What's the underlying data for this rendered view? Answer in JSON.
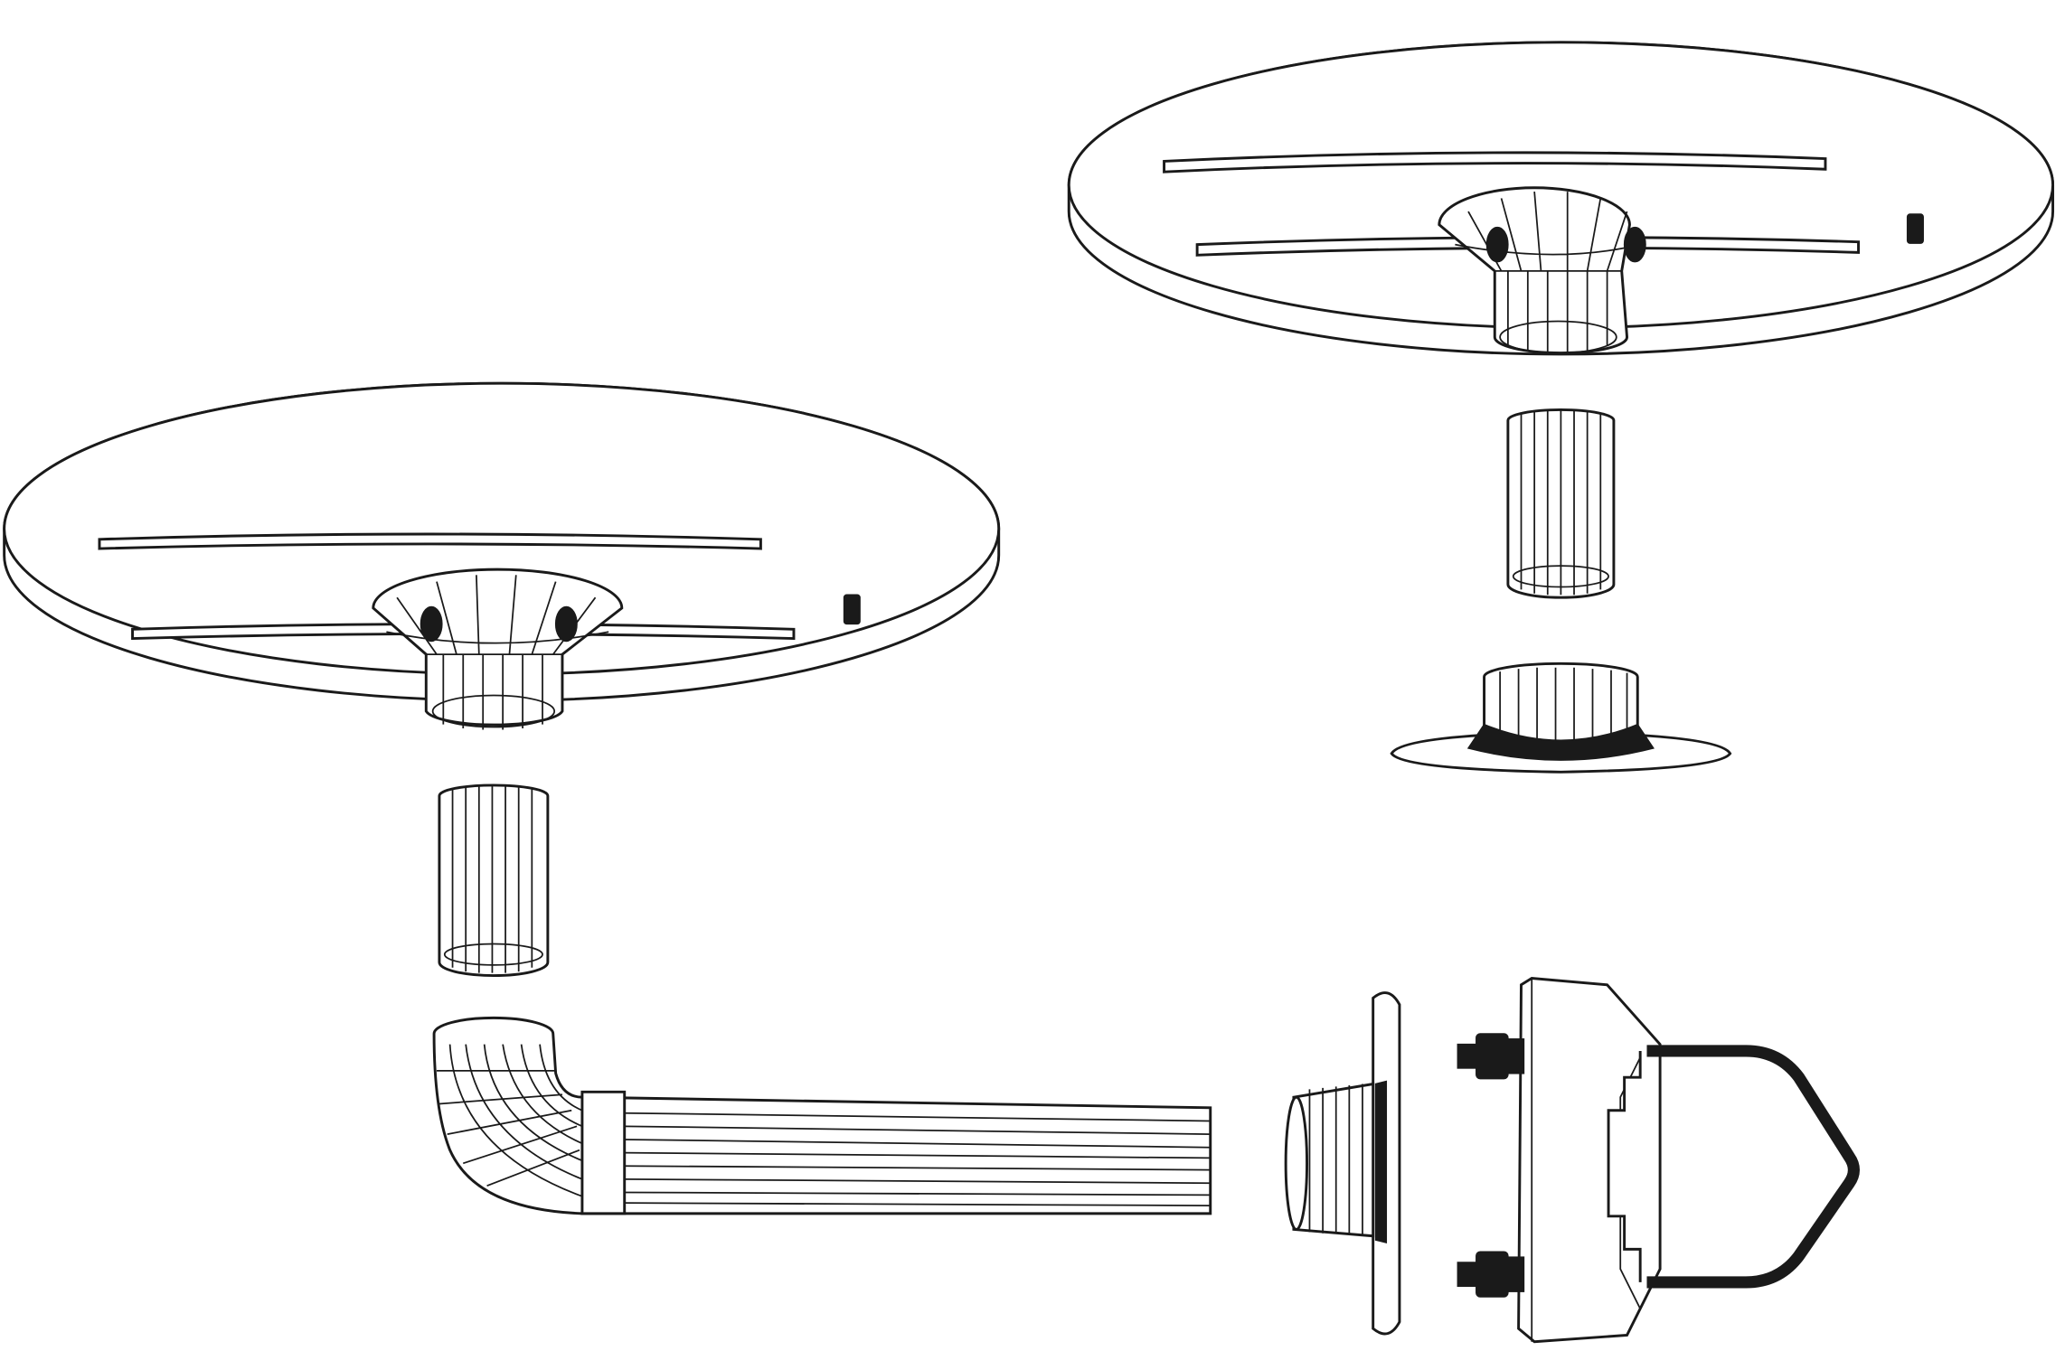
{
  "colors": {
    "stroke": "#1a1a1a",
    "background": "#ffffff",
    "solid_parts": "#1a1a1a"
  },
  "parts": [
    "upper-right-disk",
    "upper-right-sleeve",
    "upper-right-flange",
    "left-disk",
    "left-sleeve",
    "elbow-pipe",
    "pipe-flange",
    "mast-clamp-block",
    "u-bolt"
  ]
}
